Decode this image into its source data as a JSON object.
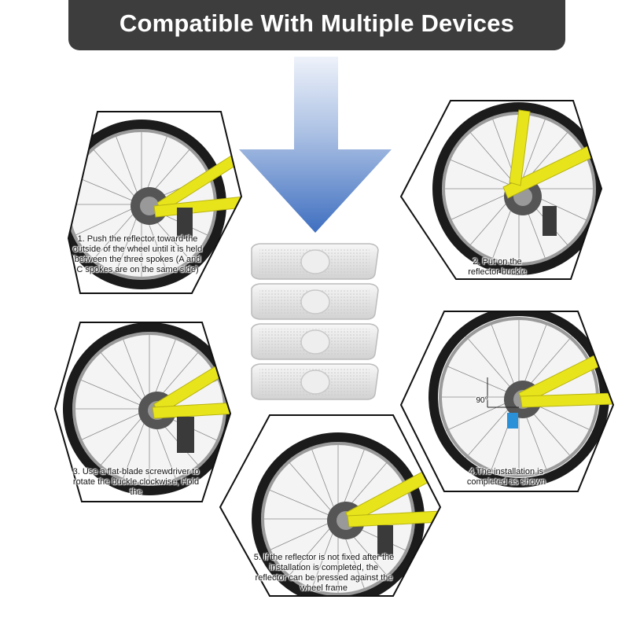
{
  "banner": {
    "title": "Compatible With Multiple Devices"
  },
  "colors": {
    "banner_bg": "#3d3d3d",
    "arrow_top": "#e8eef8",
    "arrow_bottom": "#3f6fc0",
    "frame_yellow": "#e8e41c",
    "tire": "#1b1b1b",
    "hexagon_border": "#111111"
  },
  "steps": [
    {
      "id": "step1",
      "icon": "bicycle-wheel-photo",
      "caption": "1. Push the reflector toward the outside of the wheel until it is held between the three spokes (A and C spokes are on the same side)"
    },
    {
      "id": "step2",
      "icon": "bicycle-wheel-photo",
      "caption": "2. Put on the reflector buckle"
    },
    {
      "id": "step3",
      "icon": "bicycle-wheel-photo",
      "caption": "3. Use a flat-blade screwdriver to rotate the buckle clockwise, Hold the"
    },
    {
      "id": "step4",
      "icon": "bicycle-wheel-photo",
      "caption": "4.The installation is completed as shown",
      "angle_label": "90°"
    },
    {
      "id": "step5",
      "icon": "bicycle-wheel-photo",
      "caption": "5. If the reflector is not fixed after the installation is completed, the reflector can be pressed against the wheel frame"
    }
  ],
  "product": {
    "icon": "spoke-reflector",
    "count": 4
  }
}
